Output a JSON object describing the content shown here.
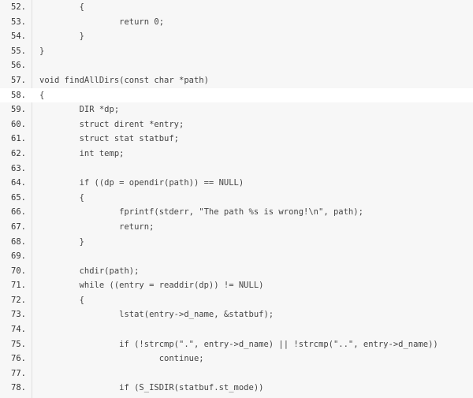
{
  "editor": {
    "lines": [
      {
        "number": "52.",
        "text": "        {"
      },
      {
        "number": "53.",
        "text": "                return 0;"
      },
      {
        "number": "54.",
        "text": "        }"
      },
      {
        "number": "55.",
        "text": "}"
      },
      {
        "number": "56.",
        "text": ""
      },
      {
        "number": "57.",
        "text": "void findAllDirs(const char *path)"
      },
      {
        "number": "58.",
        "text": "{"
      },
      {
        "number": "59.",
        "text": "        DIR *dp;"
      },
      {
        "number": "60.",
        "text": "        struct dirent *entry;"
      },
      {
        "number": "61.",
        "text": "        struct stat statbuf;"
      },
      {
        "number": "62.",
        "text": "        int temp;"
      },
      {
        "number": "63.",
        "text": ""
      },
      {
        "number": "64.",
        "text": "        if ((dp = opendir(path)) == NULL)"
      },
      {
        "number": "65.",
        "text": "        {"
      },
      {
        "number": "66.",
        "text": "                fprintf(stderr, \"The path %s is wrong!\\n\", path);"
      },
      {
        "number": "67.",
        "text": "                return;"
      },
      {
        "number": "68.",
        "text": "        }"
      },
      {
        "number": "69.",
        "text": ""
      },
      {
        "number": "70.",
        "text": "        chdir(path);"
      },
      {
        "number": "71.",
        "text": "        while ((entry = readdir(dp)) != NULL)"
      },
      {
        "number": "72.",
        "text": "        {"
      },
      {
        "number": "73.",
        "text": "                lstat(entry->d_name, &statbuf);"
      },
      {
        "number": "74.",
        "text": ""
      },
      {
        "number": "75.",
        "text": "                if (!strcmp(\".\", entry->d_name) || !strcmp(\"..\", entry->d_name))"
      },
      {
        "number": "76.",
        "text": "                        continue;"
      },
      {
        "number": "77.",
        "text": ""
      },
      {
        "number": "78.",
        "text": "                if (S_ISDIR(statbuf.st_mode))"
      }
    ],
    "highlighted_line": "58."
  }
}
